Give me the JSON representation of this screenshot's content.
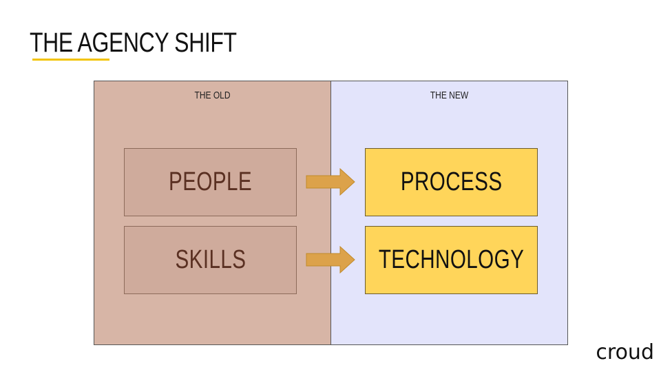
{
  "slide": {
    "title": "THE AGENCY SHIFT",
    "accent_color": "#f2c300"
  },
  "old": {
    "label": "THE OLD",
    "items": [
      "PEOPLE",
      "SKILLS"
    ],
    "panel_color": "#d7b5a6",
    "box_color": "#cfab9c"
  },
  "new": {
    "label": "THE NEW",
    "items": [
      "PROCESS",
      "TECHNOLOGY"
    ],
    "panel_color": "#e3e4fb",
    "box_color": "#ffd55a"
  },
  "arrows": {
    "color": "#dca24a",
    "icon": "right-arrow-icon"
  },
  "brand": {
    "logo_text": "croud"
  }
}
